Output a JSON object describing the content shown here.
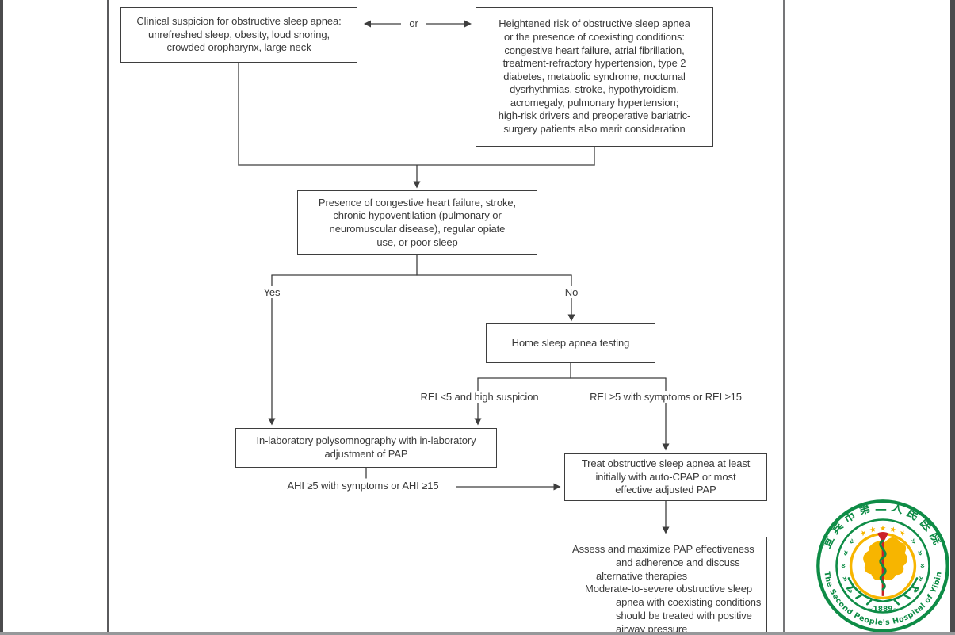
{
  "flowchart": {
    "boxes": {
      "clinical_suspicion": "Clinical suspicion for obstructive sleep apnea:\nunrefreshed sleep, obesity, loud snoring,\ncrowded oropharynx, large neck",
      "heightened_risk": "Heightened risk of obstructive sleep apnea\nor the presence of coexisting conditions:\ncongestive heart failure, atrial fibrillation,\ntreatment-refractory hypertension, type 2\ndiabetes, metabolic syndrome, nocturnal\ndysrhythmias, stroke, hypothyroidism,\nacromegaly, pulmonary hypertension;\nhigh-risk drivers and preoperative bariatric-\nsurgery patients also merit consideration",
      "presence": "Presence of congestive heart failure, stroke,\nchronic hypoventilation (pulmonary or\nneuromuscular disease), regular opiate\nuse, or poor sleep",
      "home_testing": "Home sleep apnea testing",
      "in_lab": "In-laboratory polysomnography with in-laboratory\nadjustment of PAP",
      "treat": "Treat obstructive sleep apnea at least\ninitially with auto-CPAP or most\neffective adjusted PAP",
      "assess_lines": [
        "Assess and maximize PAP effectiveness",
        "and adherence and discuss",
        "alternative therapies",
        "Moderate-to-severe obstructive sleep",
        "apnea with coexisting conditions",
        "should be treated with positive",
        "airway pressure"
      ]
    },
    "labels": {
      "or": "or",
      "yes": "Yes",
      "no": "No",
      "rei_low": "REI <5 and high suspicion",
      "rei_high": "REI ≥5 with symptoms or REI ≥15",
      "ahi": "AHI ≥5 with symptoms or AHI ≥15"
    },
    "line_color": "#3e3e3e"
  },
  "logo": {
    "chinese_text": "宜宾市第二人民医院",
    "english_text": "The Second People's Hospital of Yibin",
    "year_text": "~1889~",
    "colors": {
      "green": "#0e8c46",
      "gold": "#f7b500",
      "red": "#cc2127"
    }
  }
}
